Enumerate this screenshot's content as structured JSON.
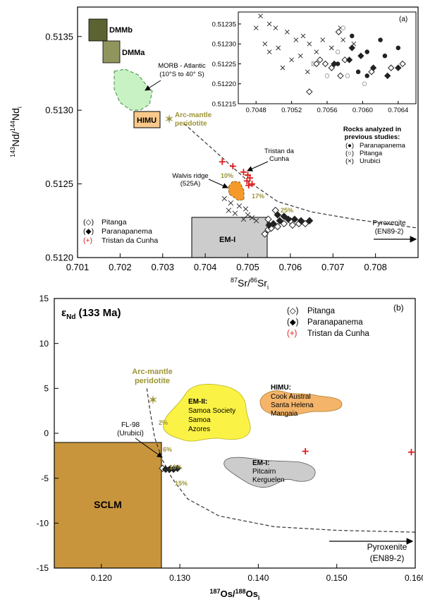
{
  "chart_data": [
    {
      "type": "scatter",
      "panel_label": "",
      "xlabel": {
        "base": "Sr",
        "pre": "87",
        "mid": "/",
        "pre2": "86",
        "base2": "Sr",
        "sub": "i"
      },
      "ylabel": {
        "pre": "143",
        "base": "Nd/",
        "pre2": "144",
        "base2": "Nd",
        "sub": "i"
      },
      "xlim": [
        0.701,
        0.709
      ],
      "ylim": [
        0.512,
        0.5137
      ],
      "xticks": [
        "0.701",
        "0.702",
        "0.703",
        "0.704",
        "0.705",
        "0.706",
        "0.707",
        "0.708"
      ],
      "yticks": [
        "0.5120",
        "0.5125",
        "0.5130",
        "0.5135"
      ],
      "legend": {
        "items": [
          {
            "marker": "(◇)",
            "label": "Pitanga"
          },
          {
            "marker": "(◆)",
            "label": "Paranapanema"
          },
          {
            "marker": "(+)",
            "label": "Tristan da Cunha"
          }
        ]
      },
      "series": [
        {
          "name": "Pitanga",
          "marker": "open-diamond",
          "points": [
            [
              0.7054,
              0.51216
            ],
            [
              0.70548,
              0.51219
            ],
            [
              0.70555,
              0.5122
            ],
            [
              0.70562,
              0.51222
            ],
            [
              0.7057,
              0.51221
            ],
            [
              0.70585,
              0.51223
            ],
            [
              0.70605,
              0.51222
            ],
            [
              0.7062,
              0.51223
            ],
            [
              0.70565,
              0.51232
            ],
            [
              0.70548,
              0.51226
            ],
            [
              0.706,
              0.51225
            ],
            [
              0.70635,
              0.51223
            ]
          ]
        },
        {
          "name": "Paranapanema",
          "marker": "filled-diamond",
          "points": [
            [
              0.7055,
              0.51222
            ],
            [
              0.7056,
              0.51223
            ],
            [
              0.70575,
              0.51225
            ],
            [
              0.70585,
              0.51228
            ],
            [
              0.70595,
              0.51226
            ],
            [
              0.7061,
              0.51226
            ],
            [
              0.70625,
              0.51225
            ],
            [
              0.70645,
              0.51225
            ],
            [
              0.7057,
              0.51229
            ]
          ]
        },
        {
          "name": "Tristan da Cunha",
          "marker": "cross",
          "points": [
            [
              0.7044,
              0.51265
            ],
            [
              0.70465,
              0.51262
            ],
            [
              0.7049,
              0.51258
            ],
            [
              0.705,
              0.51256
            ],
            [
              0.70505,
              0.51254
            ],
            [
              0.70498,
              0.51252
            ],
            [
              0.7051,
              0.5125
            ],
            [
              0.70502,
              0.51249
            ]
          ]
        },
        {
          "name": "Urubici",
          "marker": "x",
          "points": [
            [
              0.70445,
              0.5124
            ],
            [
              0.7046,
              0.51237
            ],
            [
              0.7048,
              0.51235
            ],
            [
              0.70495,
              0.51233
            ],
            [
              0.7047,
              0.5123
            ],
            [
              0.705,
              0.51229
            ],
            [
              0.7049,
              0.51226
            ],
            [
              0.7051,
              0.51227
            ],
            [
              0.70455,
              0.51232
            ],
            [
              0.7052,
              0.51225
            ]
          ]
        }
      ],
      "fields": [
        {
          "label": "DMMb"
        },
        {
          "label": "DMMa"
        },
        {
          "label": "HIMU"
        },
        {
          "label": "EM-I"
        },
        {
          "label": "MORB - Atlantic",
          "sublabel": "(10°S to 40° S)"
        }
      ],
      "annotations": [
        {
          "label": "Arc-mantle",
          "label2": "peridotite"
        },
        {
          "label": "Tristan da",
          "label2": "Cunha"
        },
        {
          "label": "Walvis ridge",
          "label2": "(525A)"
        },
        {
          "label": "Pyroxenite",
          "label2": "(EN89-2)"
        },
        {
          "label": "10%"
        },
        {
          "label": "17%"
        },
        {
          "label": "25%"
        }
      ],
      "mixing_curve": [
        [
          0.7035,
          0.51291
        ],
        [
          0.7042,
          0.51273
        ],
        [
          0.705,
          0.51252
        ],
        [
          0.7057,
          0.51238
        ],
        [
          0.7065,
          0.51231
        ],
        [
          0.7075,
          0.51226
        ],
        [
          0.709,
          0.5122
        ]
      ],
      "inset": {
        "panel_label": "(a)",
        "xlim": [
          0.7046,
          0.7066
        ],
        "ylim": [
          0.51215,
          0.51238
        ],
        "xticks": [
          "0.7048",
          "0.7052",
          "0.7056",
          "0.7060",
          "0.7064"
        ],
        "yticks": [
          "0.51215",
          "0.51220",
          "0.51225",
          "0.51230",
          "0.51235"
        ],
        "legend_title": "Rocks analyzed in",
        "legend_title2": "previous studies:",
        "legend_items": [
          {
            "marker": "(●)",
            "label": "Paranapanema"
          },
          {
            "marker": "(○)",
            "label": "Pitanga"
          },
          {
            "marker": "(×)",
            "label": "Urubici"
          }
        ],
        "series": [
          {
            "name": "Urubici",
            "marker": "x",
            "points": [
              [
                0.70485,
                0.51237
              ],
              [
                0.70495,
                0.51235
              ],
              [
                0.70502,
                0.51234
              ],
              [
                0.7049,
                0.5123
              ],
              [
                0.70505,
                0.51229
              ],
              [
                0.70495,
                0.51228
              ],
              [
                0.70515,
                0.51233
              ],
              [
                0.70525,
                0.51231
              ],
              [
                0.70533,
                0.51232
              ],
              [
                0.7054,
                0.5123
              ],
              [
                0.7053,
                0.51227
              ],
              [
                0.70545,
                0.51225
              ],
              [
                0.70565,
                0.51229
              ],
              [
                0.70555,
                0.51231
              ],
              [
                0.70578,
                0.51231
              ],
              [
                0.7059,
                0.5123
              ],
              [
                0.7052,
                0.51226
              ],
              [
                0.70548,
                0.51228
              ],
              [
                0.70575,
                0.51234
              ],
              [
                0.7051,
                0.51224
              ],
              [
                0.70538,
                0.51223
              ],
              [
                0.7048,
                0.51234
              ]
            ]
          },
          {
            "name": "Paranapanema",
            "marker": "filled-circle",
            "points": [
              [
                0.70588,
                0.51232
              ],
              [
                0.70605,
                0.51228
              ],
              [
                0.70605,
                0.51222
              ],
              [
                0.7062,
                0.51231
              ],
              [
                0.70625,
                0.51227
              ],
              [
                0.70572,
                0.51225
              ],
              [
                0.70595,
                0.51223
              ],
              [
                0.7064,
                0.51229
              ]
            ]
          },
          {
            "name": "Pitanga",
            "marker": "open-circle",
            "points": [
              [
                0.70578,
                0.51234
              ],
              [
                0.70572,
                0.51228
              ],
              [
                0.7056,
                0.51222
              ],
              [
                0.70545,
                0.51225
              ],
              [
                0.70583,
                0.51222
              ],
              [
                0.70602,
                0.5122
              ]
            ]
          },
          {
            "name": "Pitanga diamonds",
            "marker": "open-diamond",
            "points": [
              [
                0.7054,
                0.51218
              ],
              [
                0.70552,
                0.51226
              ],
              [
                0.70558,
                0.51225
              ],
              [
                0.70565,
                0.51224
              ],
              [
                0.70573,
                0.51233
              ],
              [
                0.70575,
                0.51222
              ],
              [
                0.7061,
                0.51223
              ],
              [
                0.70632,
                0.51224
              ],
              [
                0.70645,
                0.51225
              ],
              [
                0.70548,
                0.51225
              ],
              [
                0.7058,
                0.51226
              ]
            ]
          },
          {
            "name": "Paranapanema diamonds",
            "marker": "filled-diamond",
            "points": [
              [
                0.70568,
                0.51225
              ],
              [
                0.70585,
                0.51226
              ],
              [
                0.70598,
                0.51227
              ],
              [
                0.70612,
                0.51224
              ],
              [
                0.70628,
                0.51222
              ],
              [
                0.7064,
                0.51224
              ],
              [
                0.70588,
                0.51229
              ]
            ]
          }
        ]
      }
    },
    {
      "type": "scatter",
      "panel_label": "(b)",
      "title": {
        "symbol": "ε",
        "sub": "Nd",
        "rest": "(133 Ma)"
      },
      "xlabel": {
        "pre": "187",
        "base": "Os/",
        "pre2": "188",
        "base2": "Os",
        "sub": "i"
      },
      "ylabel": "",
      "xlim": [
        0.114,
        0.16
      ],
      "ylim": [
        -15,
        15
      ],
      "xticks": [
        "0.120",
        "0.130",
        "0.140",
        "0.150",
        "0.160"
      ],
      "yticks": [
        "15",
        "10",
        "5",
        "0",
        "-5",
        "-10",
        "-15"
      ],
      "legend": {
        "items": [
          {
            "marker": "(◇)",
            "label": "Pitanga"
          },
          {
            "marker": "(◆)",
            "label": "Paranapanema"
          },
          {
            "marker": "(+)",
            "label": "Tristan da Cunha"
          }
        ]
      },
      "series": [
        {
          "name": "Pitanga",
          "marker": "open-diamond",
          "points": [
            [
              0.1278,
              -3.9
            ]
          ]
        },
        {
          "name": "Paranapanema",
          "marker": "filled-diamond",
          "points": [
            [
              0.1282,
              -4.0
            ],
            [
              0.1287,
              -4.0
            ],
            [
              0.1292,
              -4.0
            ],
            [
              0.1297,
              -3.9
            ]
          ]
        },
        {
          "name": "Tristan da Cunha",
          "marker": "cross",
          "points": [
            [
              0.146,
              -2.0
            ],
            [
              0.1595,
              -2.1
            ]
          ]
        }
      ],
      "fields": [
        {
          "label": "SCLM"
        },
        {
          "label": "EM-II:",
          "members": [
            "Samoa Society",
            "Samoa",
            "Azores"
          ]
        },
        {
          "label": "HIMU:",
          "members": [
            "Cook Austral",
            "Santa Helena",
            "Mangaia"
          ]
        },
        {
          "label": "EM-I:",
          "members": [
            "Pitcairn",
            "Kerguelen"
          ]
        }
      ],
      "annotations": [
        {
          "label": "Arc-mantle",
          "label2": "peridotite"
        },
        {
          "label": "FL-98",
          "label2": "(Urubici)"
        },
        {
          "label": "Pyroxenite",
          "label2": "(EN89-2)"
        },
        {
          "label": "2%"
        },
        {
          "label": "6%"
        },
        {
          "label": "10%"
        },
        {
          "label": "15%"
        }
      ],
      "mixing_curve": [
        [
          0.1258,
          5.0
        ],
        [
          0.1262,
          2.5
        ],
        [
          0.1268,
          -0.5
        ],
        [
          0.1278,
          -3.0
        ],
        [
          0.129,
          -5.0
        ],
        [
          0.131,
          -7.3
        ],
        [
          0.135,
          -9.2
        ],
        [
          0.142,
          -10.4
        ],
        [
          0.15,
          -10.8
        ],
        [
          0.16,
          -11.0
        ]
      ]
    }
  ],
  "colors": {
    "dmmb": "#5d6233",
    "dmma": "#8f955c",
    "himu_box": "#f9c98b",
    "himu_field": "#f4b56a",
    "morb": "#c8f2c4",
    "em1": "#cccccc",
    "em2": "#fbf246",
    "sclm": "#c8953d",
    "walvis": "#f59a2a",
    "olive": "#9c9436",
    "tristan": "#dd1c1c"
  }
}
